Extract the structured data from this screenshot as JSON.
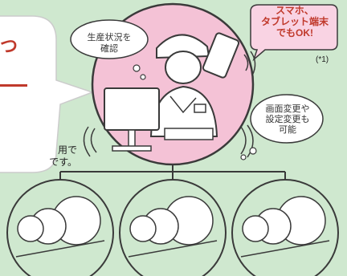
{
  "bubble_monitor": {
    "line1": "生産状況を",
    "line2": "確認"
  },
  "callout_mobile": {
    "line1": "スマホ、",
    "line2": "タブレット端末",
    "line3": "でもOK!"
  },
  "footnote": "(*1)",
  "bubble_settings": {
    "line1": "画面変更や",
    "line2": "設定変更も",
    "line3": "可能"
  },
  "left_text": {
    "line1": "用で",
    "line2": "です。"
  },
  "left_brand_char": "つ",
  "colors": {
    "background": "#cfe8cf",
    "circle_fill": "#f4c2d6",
    "accent_red": "#c0392b",
    "callout_fill": "#f9d3e3",
    "line": "#3a3a3a"
  }
}
